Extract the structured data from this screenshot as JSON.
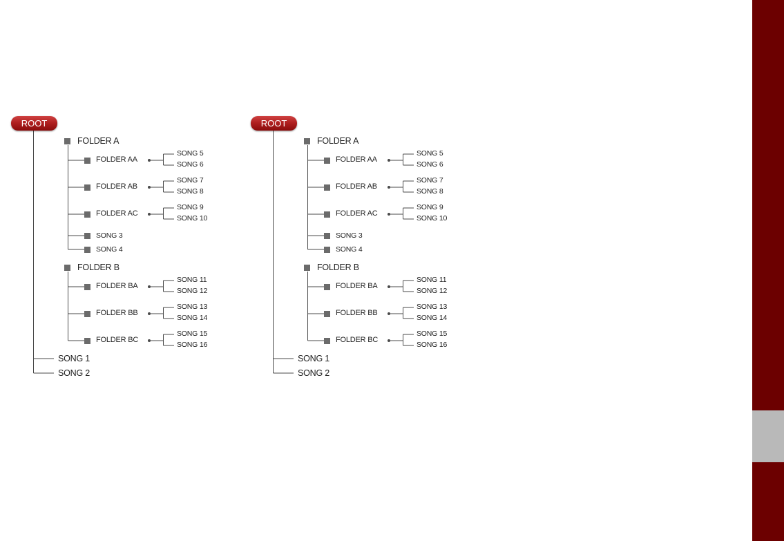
{
  "accent_color": "#6c0000",
  "tab_color": "#b9b9b9",
  "trees": [
    {
      "root": "ROOT",
      "folder_a": {
        "label": "FOLDER A",
        "subfolders": [
          {
            "label": "FOLDER AA",
            "songs": [
              "SONG 5",
              "SONG 6"
            ]
          },
          {
            "label": "FOLDER AB",
            "songs": [
              "SONG 7",
              "SONG 8"
            ]
          },
          {
            "label": "FOLDER AC",
            "songs": [
              "SONG 9",
              "SONG 10"
            ]
          }
        ],
        "songs": [
          "SONG 3",
          "SONG 4"
        ]
      },
      "folder_b": {
        "label": "FOLDER B",
        "subfolders": [
          {
            "label": "FOLDER BA",
            "songs": [
              "SONG 11",
              "SONG 12"
            ]
          },
          {
            "label": "FOLDER BB",
            "songs": [
              "SONG 13",
              "SONG 14"
            ]
          },
          {
            "label": "FOLDER BC",
            "songs": [
              "SONG 15",
              "SONG 16"
            ]
          }
        ]
      },
      "songs": [
        "SONG 1",
        "SONG 2"
      ]
    },
    {
      "root": "ROOT",
      "folder_a": {
        "label": "FOLDER A",
        "subfolders": [
          {
            "label": "FOLDER AA",
            "songs": [
              "SONG 5",
              "SONG 6"
            ]
          },
          {
            "label": "FOLDER AB",
            "songs": [
              "SONG 7",
              "SONG 8"
            ]
          },
          {
            "label": "FOLDER AC",
            "songs": [
              "SONG 9",
              "SONG 10"
            ]
          }
        ],
        "songs": [
          "SONG 3",
          "SONG 4"
        ]
      },
      "folder_b": {
        "label": "FOLDER B",
        "subfolders": [
          {
            "label": "FOLDER BA",
            "songs": [
              "SONG 11",
              "SONG 12"
            ]
          },
          {
            "label": "FOLDER BB",
            "songs": [
              "SONG 13",
              "SONG 14"
            ]
          },
          {
            "label": "FOLDER BC",
            "songs": [
              "SONG 15",
              "SONG 16"
            ]
          }
        ]
      },
      "songs": [
        "SONG 1",
        "SONG 2"
      ]
    }
  ]
}
